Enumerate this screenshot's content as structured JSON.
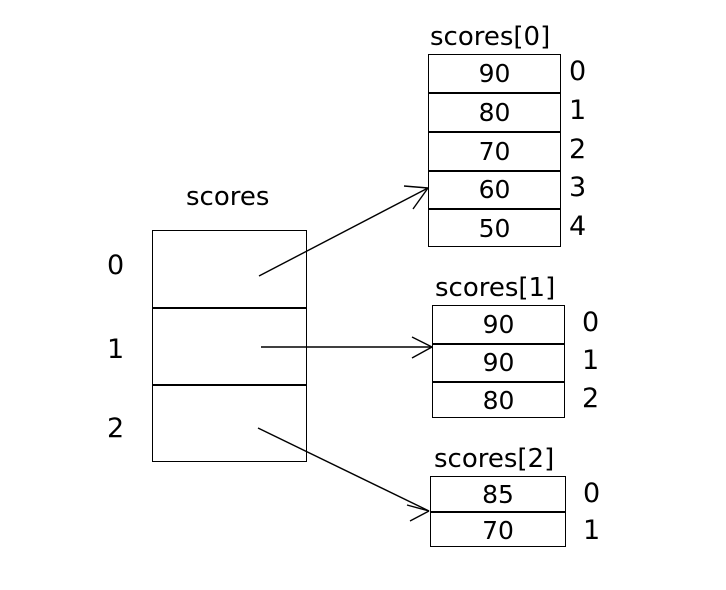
{
  "diagram": {
    "title_text": "scores",
    "parent": {
      "label": "scores",
      "indices": [
        "0",
        "1",
        "2"
      ]
    },
    "arrays": [
      {
        "name": "scores[0]",
        "values": [
          "90",
          "80",
          "70",
          "60",
          "50"
        ],
        "indices": [
          "0",
          "1",
          "2",
          "3",
          "4"
        ]
      },
      {
        "name": "scores[1]",
        "values": [
          "90",
          "90",
          "80"
        ],
        "indices": [
          "0",
          "1",
          "2"
        ]
      },
      {
        "name": "scores[2]",
        "values": [
          "85",
          "70"
        ],
        "indices": [
          "0",
          "1"
        ]
      }
    ],
    "colors": {
      "stroke": "#000000",
      "background": "#ffffff",
      "text": "#000000"
    }
  }
}
